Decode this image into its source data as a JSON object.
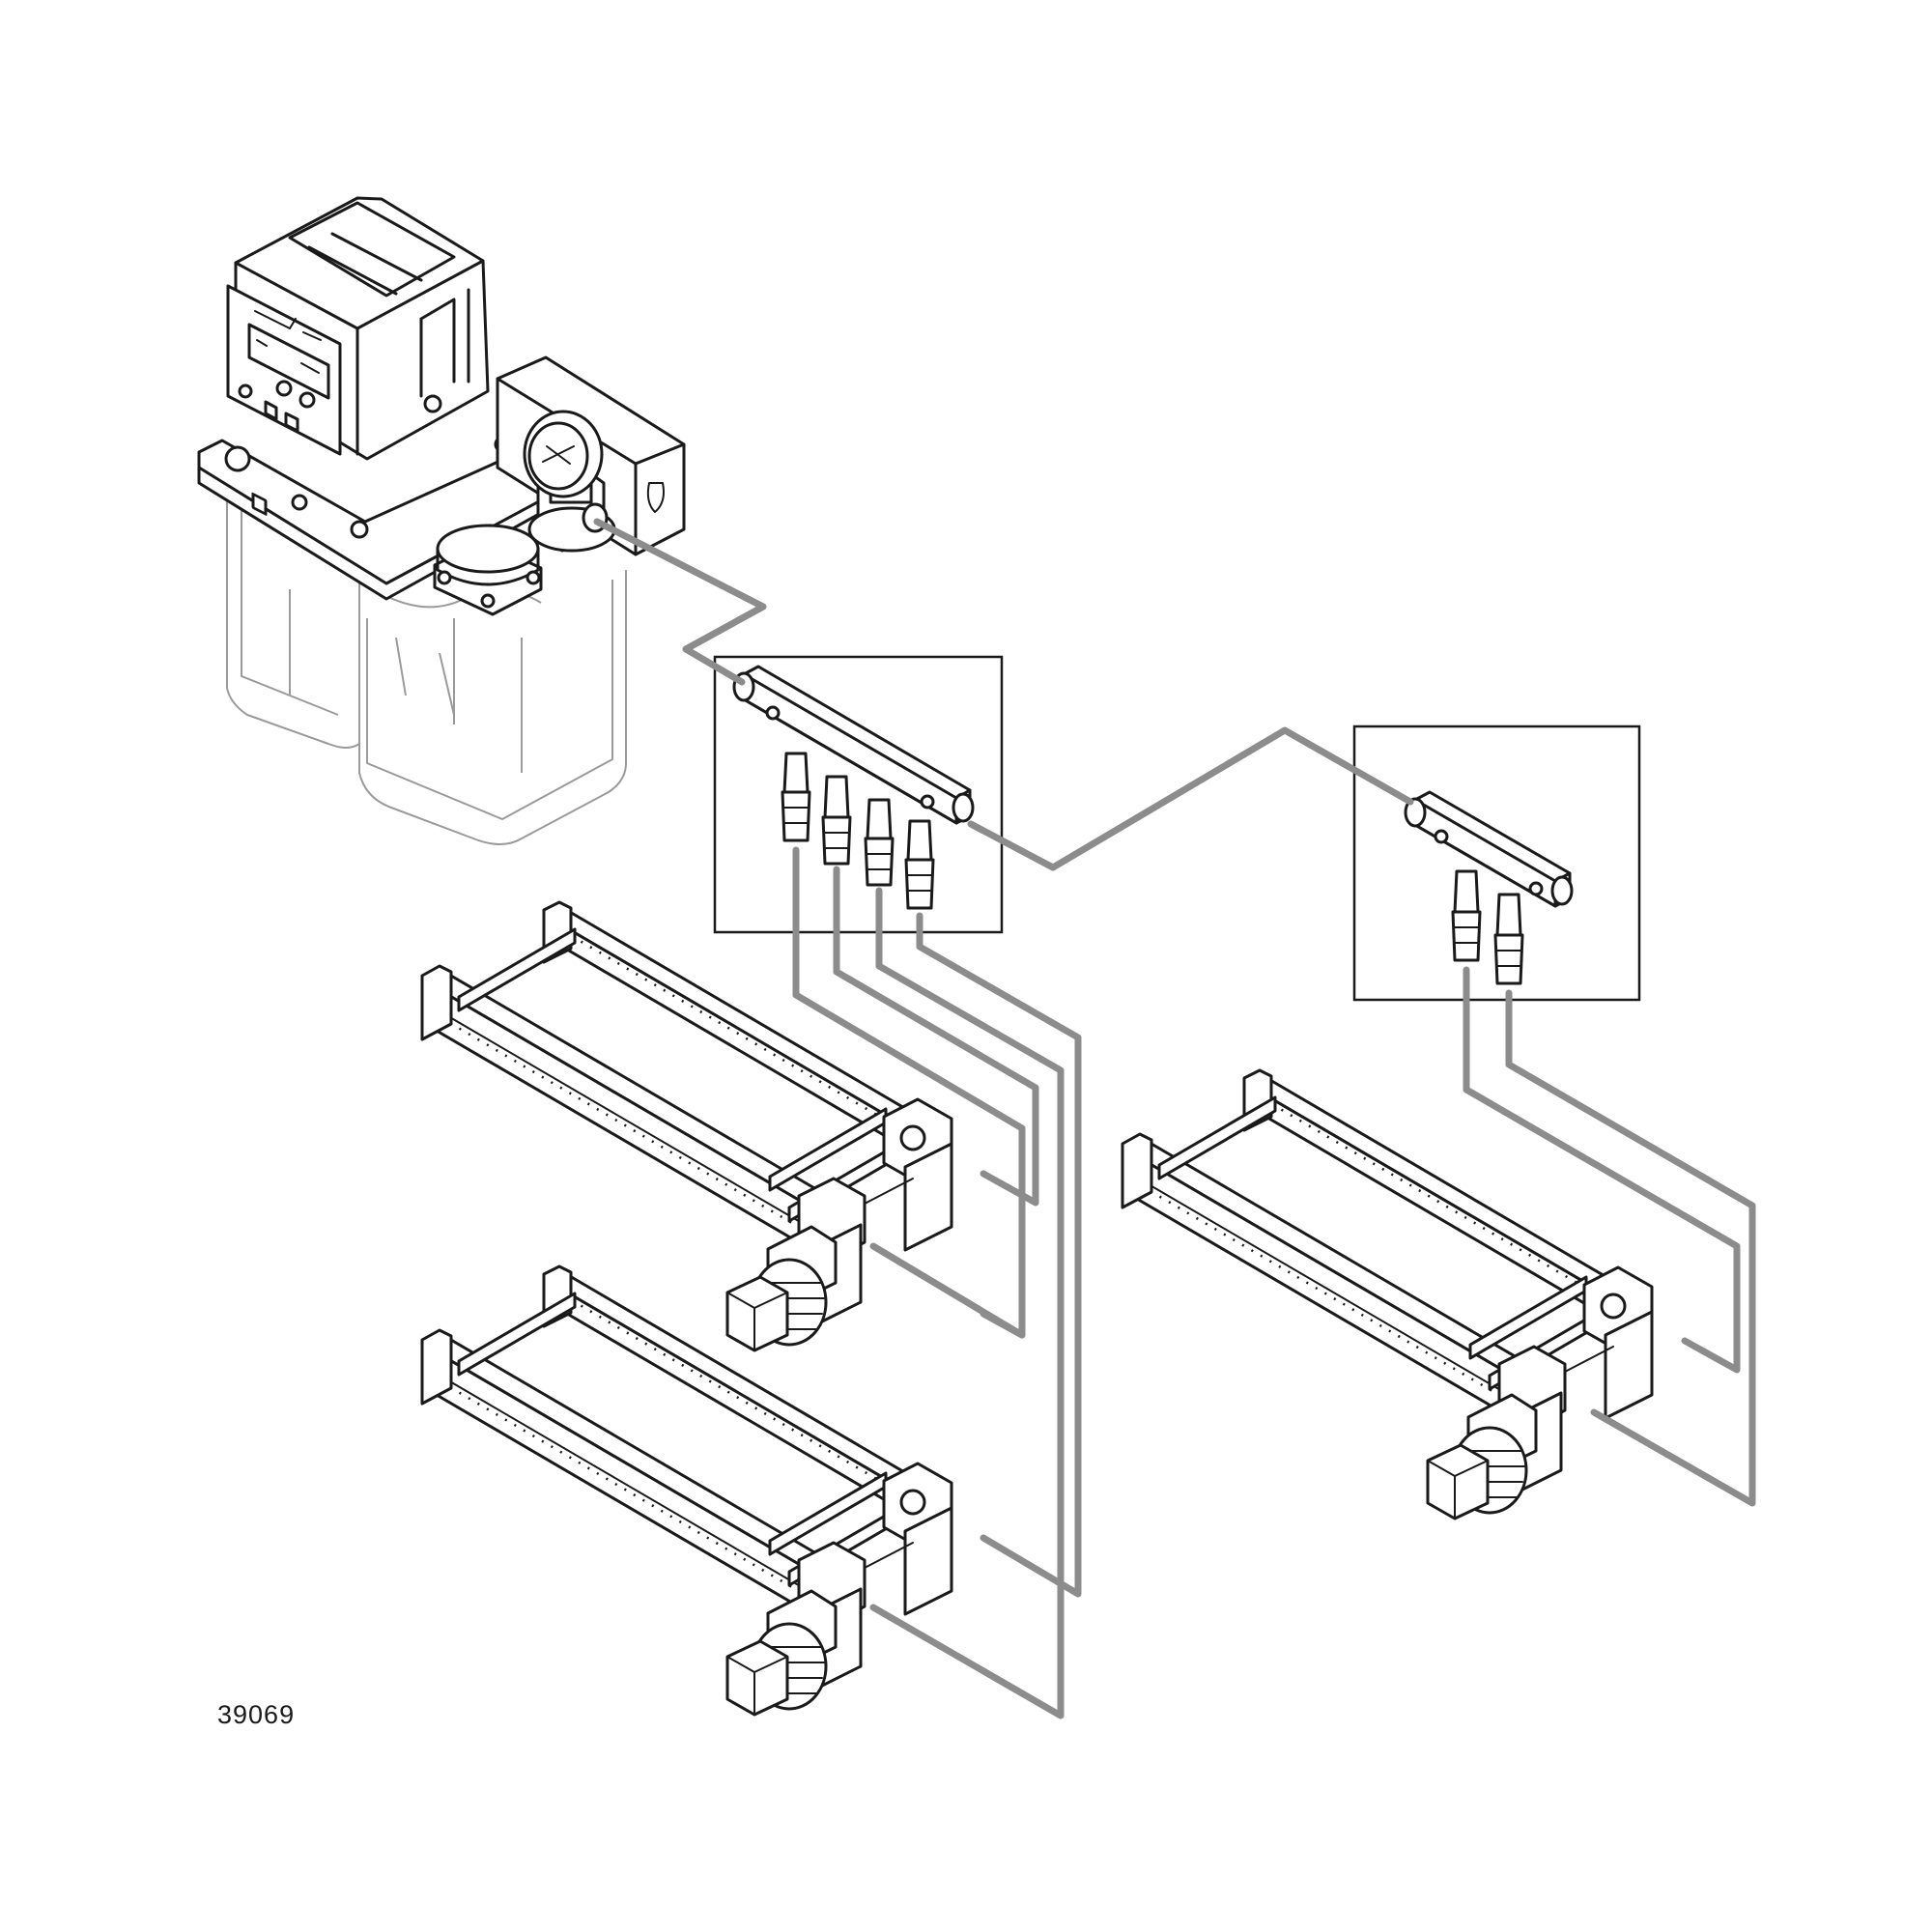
{
  "figure_number": "39069",
  "colors": {
    "line_art": "#1a1a1a",
    "lube_lines": "#8c8c8c",
    "background": "#ffffff"
  },
  "components": {
    "pump_unit": "lubrication-pump-with-reservoir-and-pressure-gauge",
    "distributor_4_port": "metering-block-4-outlets",
    "distributor_2_port": "metering-block-2-outlets",
    "conveyor_count": 3
  }
}
